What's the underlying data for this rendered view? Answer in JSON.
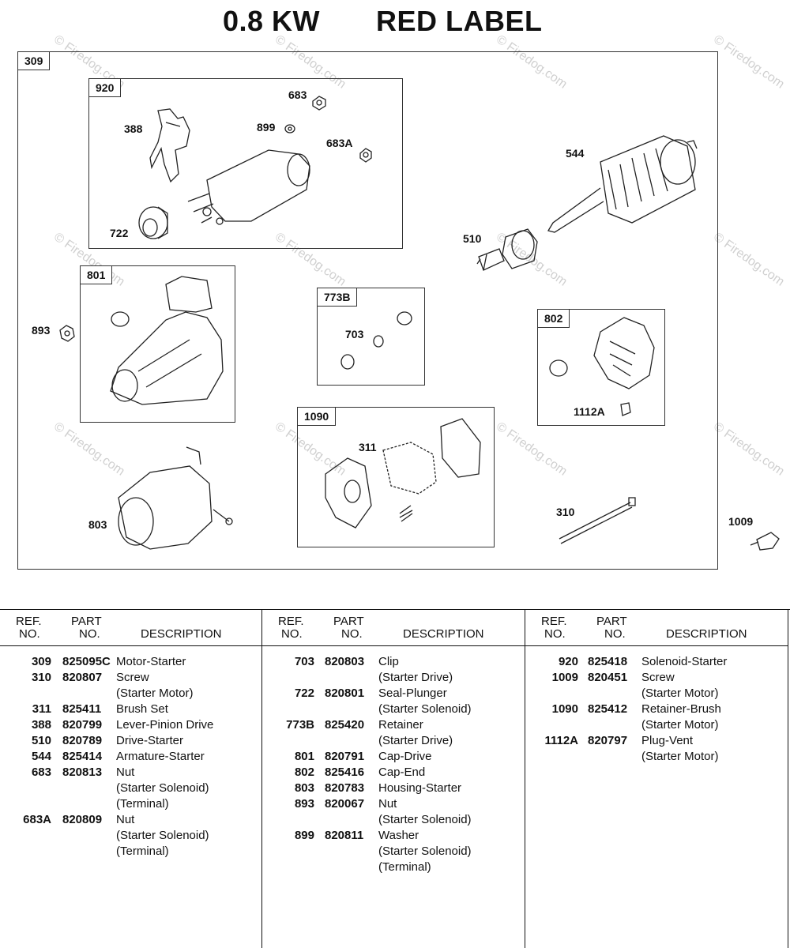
{
  "title": {
    "power": "0.8 KW",
    "label": "RED LABEL"
  },
  "diagram": {
    "main_box": "309",
    "boxes": {
      "solenoid": "920",
      "housing_drive": "801",
      "retainer": "773B",
      "end_cap": "802",
      "brush": "1090"
    },
    "callouts": {
      "c683": "683",
      "c899": "899",
      "c683a": "683A",
      "c388": "388",
      "c722": "722",
      "c544": "544",
      "c510": "510",
      "c893": "893",
      "c703": "703",
      "c1112a": "1112A",
      "c311": "311",
      "c803": "803",
      "c310": "310",
      "c1009": "1009"
    },
    "watermark": "© Firedog.com"
  },
  "table": {
    "headers": {
      "ref": "REF.",
      "no": "NO.",
      "part": "PART",
      "desc": "DESCRIPTION"
    },
    "columns": [
      [
        {
          "ref": "309",
          "part": "825095C",
          "desc": "Motor-Starter"
        },
        {
          "ref": "310",
          "part": "820807",
          "desc": "Screw"
        },
        {
          "ref": "",
          "part": "",
          "desc": "(Starter Motor)"
        },
        {
          "ref": "311",
          "part": "825411",
          "desc": "Brush Set"
        },
        {
          "ref": "388",
          "part": "820799",
          "desc": "Lever-Pinion Drive"
        },
        {
          "ref": "510",
          "part": "820789",
          "desc": "Drive-Starter"
        },
        {
          "ref": "544",
          "part": "825414",
          "desc": "Armature-Starter"
        },
        {
          "ref": "683",
          "part": "820813",
          "desc": "Nut"
        },
        {
          "ref": "",
          "part": "",
          "desc": "(Starter Solenoid)"
        },
        {
          "ref": "",
          "part": "",
          "desc": "(Terminal)"
        },
        {
          "ref": "683A",
          "part": "820809",
          "desc": "Nut"
        },
        {
          "ref": "",
          "part": "",
          "desc": "(Starter Solenoid)"
        },
        {
          "ref": "",
          "part": "",
          "desc": "(Terminal)"
        }
      ],
      [
        {
          "ref": "703",
          "part": "820803",
          "desc": "Clip"
        },
        {
          "ref": "",
          "part": "",
          "desc": "(Starter Drive)"
        },
        {
          "ref": "722",
          "part": "820801",
          "desc": "Seal-Plunger"
        },
        {
          "ref": "",
          "part": "",
          "desc": "(Starter Solenoid)"
        },
        {
          "ref": "773B",
          "part": "825420",
          "desc": "Retainer"
        },
        {
          "ref": "",
          "part": "",
          "desc": "(Starter Drive)"
        },
        {
          "ref": "801",
          "part": "820791",
          "desc": "Cap-Drive"
        },
        {
          "ref": "802",
          "part": "825416",
          "desc": "Cap-End"
        },
        {
          "ref": "803",
          "part": "820783",
          "desc": "Housing-Starter"
        },
        {
          "ref": "893",
          "part": "820067",
          "desc": "Nut"
        },
        {
          "ref": "",
          "part": "",
          "desc": "(Starter Solenoid)"
        },
        {
          "ref": "899",
          "part": "820811",
          "desc": "Washer"
        },
        {
          "ref": "",
          "part": "",
          "desc": "(Starter Solenoid)"
        },
        {
          "ref": "",
          "part": "",
          "desc": "(Terminal)"
        }
      ],
      [
        {
          "ref": "920",
          "part": "825418",
          "desc": "Solenoid-Starter"
        },
        {
          "ref": "1009",
          "part": "820451",
          "desc": "Screw"
        },
        {
          "ref": "",
          "part": "",
          "desc": "(Starter Motor)"
        },
        {
          "ref": "1090",
          "part": "825412",
          "desc": "Retainer-Brush"
        },
        {
          "ref": "",
          "part": "",
          "desc": "(Starter Motor)"
        },
        {
          "ref": "1112A",
          "part": "820797",
          "desc": "Plug-Vent"
        },
        {
          "ref": "",
          "part": "",
          "desc": "(Starter Motor)"
        }
      ]
    ]
  }
}
